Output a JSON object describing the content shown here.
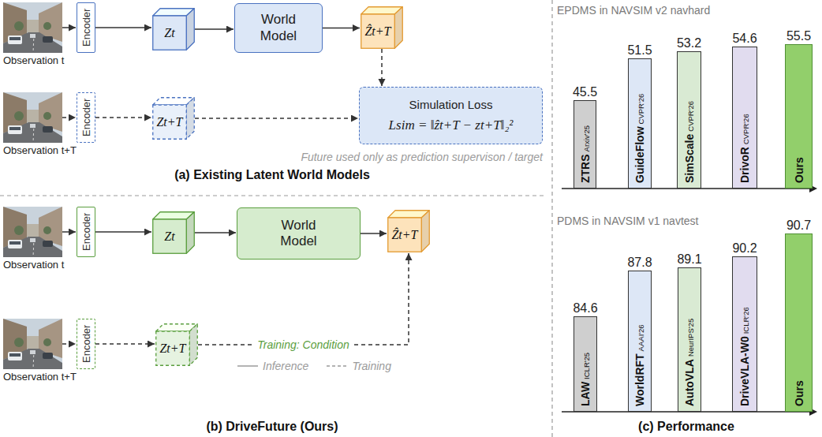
{
  "diagram": {
    "nodes": [
      {
        "text": [
          "Observation t"
        ]
      },
      {
        "text": [
          "Encoder"
        ]
      },
      {
        "text": [
          "Zt"
        ]
      },
      {
        "text": [
          "World Model"
        ]
      },
      {
        "text": [
          "Ẑt+T"
        ]
      },
      {
        "text": [
          "Observation t+T"
        ]
      },
      {
        "text": [
          "Encoder"
        ]
      },
      {
        "text": [
          "Zt+T"
        ]
      },
      {
        "text": [
          "Simulation Loss",
          "Lsim = ‖ẑt+T − zt+T‖₂²"
        ]
      },
      {
        "text": [
          "Observation t"
        ]
      },
      {
        "text": [
          "Encoder"
        ]
      },
      {
        "text": [
          "Zt"
        ]
      },
      {
        "text": [
          "World Model"
        ]
      },
      {
        "text": [
          "Ẑt+T"
        ]
      },
      {
        "text": [
          "Observation t+T"
        ]
      },
      {
        "text": [
          "Encoder"
        ]
      },
      {
        "text": [
          "Zt+T"
        ]
      },
      {
        "text": [
          "45.5",
          "ZTRS",
          "Arxiv'25"
        ]
      },
      {
        "text": [
          "51.5",
          "GuideFlow",
          "CVPR'26"
        ]
      },
      {
        "text": [
          "53.2",
          "SimScale",
          "CVPR'26"
        ]
      },
      {
        "text": [
          "54.6",
          "DrivoR",
          "CVPR'26"
        ]
      },
      {
        "text": [
          "55.5",
          "Ours"
        ]
      },
      {
        "text": [
          "84.6",
          "LAW",
          "ICLR'25"
        ]
      },
      {
        "text": [
          "87.8",
          "WorldRFT",
          "AAAI'26"
        ]
      },
      {
        "text": [
          "89.1",
          "AutoVLA",
          "NeurIPS'25"
        ]
      },
      {
        "text": [
          "90.2",
          "DriveVLA-W0",
          "ICLR'26"
        ]
      },
      {
        "text": [
          "90.7",
          "Ours"
        ]
      }
    ],
    "edges": [
      {
        "from": 0,
        "to": 1,
        "arrow": "to"
      },
      {
        "from": 1,
        "to": 2,
        "arrow": "to"
      },
      {
        "from": 2,
        "to": 3,
        "arrow": "to"
      },
      {
        "from": 3,
        "to": 4,
        "arrow": "to"
      },
      {
        "from": 4,
        "to": 8,
        "arrow": "to"
      },
      {
        "from": 5,
        "to": 6,
        "arrow": "to"
      },
      {
        "from": 6,
        "to": 7,
        "arrow": "to"
      },
      {
        "from": 7,
        "to": 8,
        "arrow": "to"
      },
      {
        "from": 9,
        "to": 10,
        "arrow": "to"
      },
      {
        "from": 10,
        "to": 11,
        "arrow": "to"
      },
      {
        "from": 11,
        "to": 12,
        "arrow": "to"
      },
      {
        "from": 12,
        "to": 13,
        "arrow": "to"
      },
      {
        "from": 14,
        "to": 15,
        "arrow": "to"
      },
      {
        "from": 15,
        "to": 16,
        "arrow": "to"
      },
      {
        "from": 16,
        "to": 13,
        "label": "Training: Condition",
        "arrow": "to"
      }
    ],
    "labels": [
      "Future used only as prediction supervison / target",
      "(a) Existing Latent World Models",
      "(b) DriveFuture (Ours)",
      "EPDMS in NAVSIM v2 navhard",
      "PDMS in NAVSIM v1 navtest",
      "(c) Performance"
    ],
    "legend": [
      {
        "text": "Inference"
      },
      {
        "text": "Training"
      }
    ]
  }
}
